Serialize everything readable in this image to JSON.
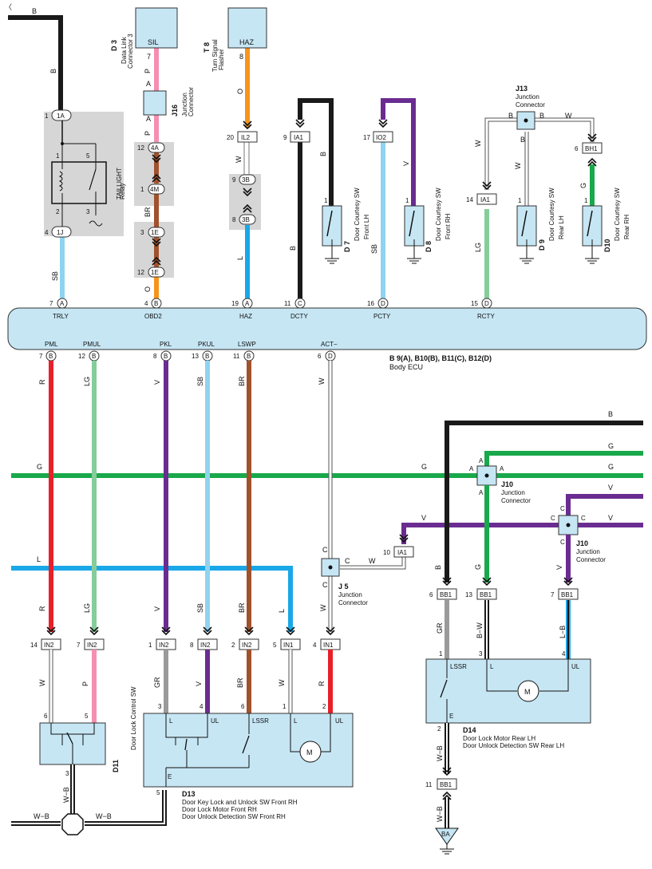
{
  "colors": {
    "B": "#1a1a1a",
    "P": "#f48fb1",
    "O": "#f7941d",
    "SB": "#8fd3f0",
    "L": "#1aa7e8",
    "LG": "#85cd9b",
    "G": "#19a84b",
    "V": "#6a2c91",
    "R": "#e8202a",
    "GR": "#9a9a9a",
    "BR": "#a0522d",
    "W": "#ffffff",
    "box": "#c6e6f4",
    "gray": "#d4d4d4"
  },
  "top_components": {
    "d3": {
      "code": "D 3",
      "name1": "Data Link",
      "name2": "Connector 3",
      "pin_label": "SIL"
    },
    "t8": {
      "code": "T 8",
      "name1": "Turn Signal",
      "name2": "Flasher",
      "pin_label": "HAZ"
    },
    "j16": {
      "code": "J16",
      "name1": "Junction",
      "name2": "Connector"
    },
    "relay": {
      "name1": "TAILLIGHT",
      "name2": "Relay"
    },
    "j13": {
      "code": "J13",
      "name1": "Junction",
      "name2": "Connector"
    }
  },
  "switches": [
    {
      "code": "D 7",
      "name1": "Door Courtesy SW",
      "name2": "Front LH"
    },
    {
      "code": "D 8",
      "name1": "Door Courtesy SW",
      "name2": "Front RH"
    },
    {
      "code": "D 9",
      "name1": "Door Courtesy SW",
      "name2": "Rear LH"
    },
    {
      "code": "D10",
      "name1": "Door Courtesy SW",
      "name2": "Rear RH"
    }
  ],
  "ecu": {
    "title": "B 9(A), B10(B), B11(C), B12(D)",
    "name": "Body ECU",
    "top_pins": [
      {
        "num": "7",
        "letter": "A",
        "name": "TRLY"
      },
      {
        "num": "4",
        "letter": "B",
        "name": "OBD2"
      },
      {
        "num": "19",
        "letter": "A",
        "name": "HAZ"
      },
      {
        "num": "11",
        "letter": "C",
        "name": "DCTY"
      },
      {
        "num": "16",
        "letter": "D",
        "name": "PCTY"
      },
      {
        "num": "15",
        "letter": "D",
        "name": "RCTY"
      }
    ],
    "bottom_pins": [
      {
        "num": "7",
        "letter": "B",
        "name": "PML"
      },
      {
        "num": "12",
        "letter": "B",
        "name": "PMUL"
      },
      {
        "num": "8",
        "letter": "B",
        "name": "PKL"
      },
      {
        "num": "13",
        "letter": "B",
        "name": "PKUL"
      },
      {
        "num": "11",
        "letter": "B",
        "name": "LSWP"
      },
      {
        "num": "6",
        "letter": "D",
        "name": "ACT−"
      }
    ]
  },
  "connectors": {
    "1A": "1A",
    "1J": "1J",
    "4A": "4A",
    "4M": "4M",
    "1E": "1E",
    "3B": "3B",
    "IL2": "IL2",
    "IA1": "IA1",
    "IO2": "IO2",
    "BH1": "BH1",
    "IN2": "IN2",
    "IN1": "IN1",
    "BB1": "BB1"
  },
  "junctions": {
    "j10a": {
      "code": "J10",
      "name1": "Junction",
      "name2": "Connector"
    },
    "j10b": {
      "code": "J10",
      "name1": "Junction",
      "name2": "Connector"
    },
    "j5": {
      "code": "J 5",
      "name1": "Junction",
      "name2": "Connector"
    }
  },
  "wire_labels": {
    "B": "B",
    "P": "P",
    "A": "A",
    "O": "O",
    "W": "W",
    "L": "L",
    "SB": "SB",
    "BR": "BR",
    "G": "G",
    "V": "V",
    "LG": "LG",
    "R": "R",
    "GR": "GR",
    "C": "C",
    "WB": "W−B",
    "BW": "B−W",
    "LB": "L−B"
  },
  "bottom_components": {
    "d11": {
      "code": "D11",
      "name": "Door Lock Control SW"
    },
    "d13": {
      "code": "D13",
      "line1": "Door Key Lock and Unlock SW Front RH",
      "line2": "Door Lock Motor Front RH",
      "line3": "Door Unlock Detection SW  Front RH",
      "pin_L": "L",
      "pin_UL": "UL",
      "pin_LSSR": "LSSR",
      "pin_E": "E"
    },
    "d14": {
      "code": "D14",
      "line1": "Door Lock Motor Rear LH",
      "line2": "Door Unlock Detection SW Rear LH",
      "pin_L": "L",
      "pin_UL": "UL",
      "pin_LSSR": "LSSR",
      "pin_E": "E"
    },
    "ground_ba": "BA",
    "motor": "M"
  },
  "pin_numbers": {
    "n1": "1",
    "n2": "2",
    "n3": "3",
    "n4": "4",
    "n5": "5",
    "n6": "6",
    "n7": "7",
    "n8": "8",
    "n9": "9",
    "n10": "10",
    "n11": "11",
    "n12": "12",
    "n13": "13",
    "n14": "14",
    "n17": "17",
    "n20": "20"
  }
}
